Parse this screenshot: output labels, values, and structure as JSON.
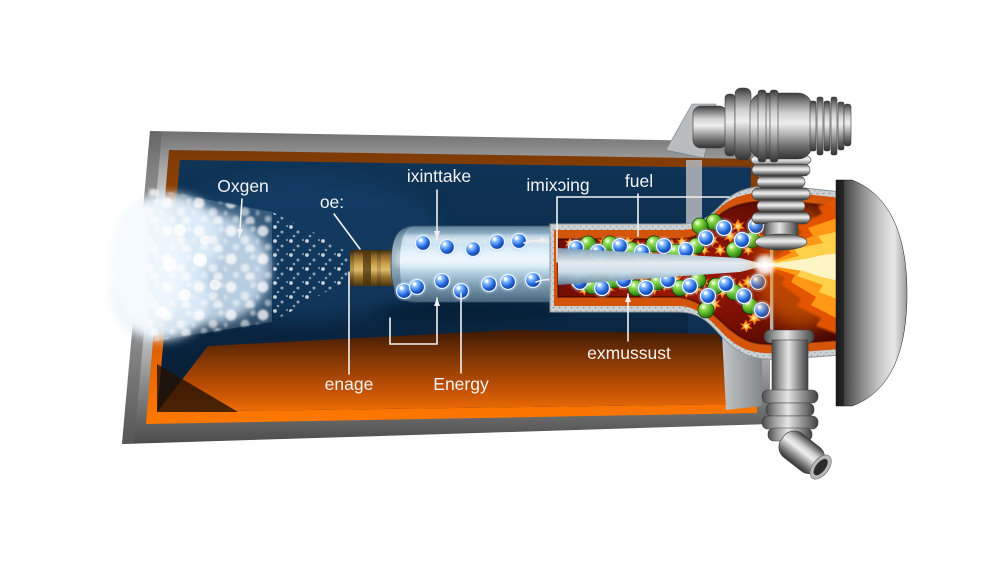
{
  "figure": {
    "type": "diagram",
    "labels": {
      "oxygen": "Oxgen",
      "nozzle": "oe:",
      "intake": "ixinttake",
      "mixing": "imixɔing",
      "fuel": "fuel",
      "engine": "enage",
      "energy": "Energy",
      "exhaust": "exmussust"
    },
    "palette": {
      "casing_metal": "#c9c9c9",
      "trim_orange": "#ff7900",
      "interior_navy": "#0b2947",
      "floor_orange": "#c65305",
      "spray_white": "#eaf4fd",
      "mixer_steel": "#b9d4e4",
      "particle_blue": "#1f63d8",
      "particle_green": "#3a9416",
      "spark_orange": "#ff9a1a",
      "chamber_red": "#7c1004",
      "flame_yellow": "#ffcf48",
      "label_text": "#f2f2f2"
    }
  }
}
